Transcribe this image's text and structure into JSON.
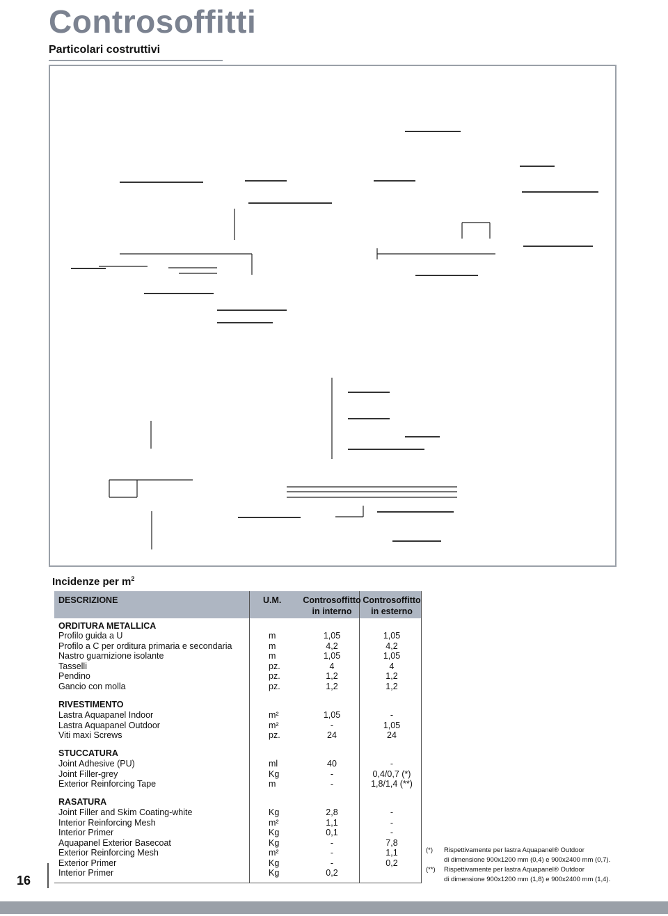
{
  "header": {
    "title": "Controsoffitti",
    "subtitle": "Particolari costruttivi"
  },
  "section_title": "Incidenze per m",
  "section_title_sup": "2",
  "table": {
    "columns": [
      "DESCRIZIONE",
      "U.M.",
      "Controsoffitto in interno",
      "Controsoffitto in esterno"
    ],
    "col_interno_l1": "Controsoffitto",
    "col_interno_l2": "in interno",
    "col_esterno_l1": "Controsoffitto",
    "col_esterno_l2": "in esterno",
    "groups": [
      {
        "title": "ORDITURA METALLICA",
        "rows": [
          {
            "desc": "Profilo guida a U",
            "um": "m",
            "interno": "1,05",
            "esterno": "1,05"
          },
          {
            "desc": "Profilo a C per orditura primaria e secondaria",
            "um": "m",
            "interno": "4,2",
            "esterno": "4,2"
          },
          {
            "desc": "Nastro guarnizione isolante",
            "um": "m",
            "interno": "1,05",
            "esterno": "1,05"
          },
          {
            "desc": "Tasselli",
            "um": "pz.",
            "interno": "4",
            "esterno": "4"
          },
          {
            "desc": "Pendino",
            "um": "pz.",
            "interno": "1,2",
            "esterno": "1,2"
          },
          {
            "desc": "Gancio con molla",
            "um": "pz.",
            "interno": "1,2",
            "esterno": "1,2"
          }
        ]
      },
      {
        "title": "RIVESTIMENTO",
        "rows": [
          {
            "desc": "Lastra Aquapanel Indoor",
            "um": "m²",
            "interno": "1,05",
            "esterno": "-"
          },
          {
            "desc": "Lastra Aquapanel Outdoor",
            "um": "m²",
            "interno": "-",
            "esterno": "1,05"
          },
          {
            "desc": "Viti maxi Screws",
            "um": "pz.",
            "interno": "24",
            "esterno": "24"
          }
        ]
      },
      {
        "title": "STUCCATURA",
        "rows": [
          {
            "desc": "Joint Adhesive (PU)",
            "um": "ml",
            "interno": "40",
            "esterno": "-"
          },
          {
            "desc": "Joint Filler-grey",
            "um": "Kg",
            "interno": "-",
            "esterno": "0,4/0,7 (*)"
          },
          {
            "desc": "Exterior Reinforcing Tape",
            "um": "m",
            "interno": "-",
            "esterno": "1,8/1,4 (**)"
          }
        ]
      },
      {
        "title": "RASATURA",
        "rows": [
          {
            "desc": "Joint Filler and Skim Coating-white",
            "um": "Kg",
            "interno": "2,8",
            "esterno": "-"
          },
          {
            "desc": "Interior Reinforcing Mesh",
            "um": "m²",
            "interno": "1,1",
            "esterno": "-"
          },
          {
            "desc": "Interior Primer",
            "um": "Kg",
            "interno": "0,1",
            "esterno": "-"
          },
          {
            "desc": "Aquapanel Exterior Basecoat",
            "um": "Kg",
            "interno": "-",
            "esterno": "7,8"
          },
          {
            "desc": "Exterior Reinforcing Mesh",
            "um": "m²",
            "interno": "-",
            "esterno": "1,1"
          },
          {
            "desc": "Exterior Primer",
            "um": "Kg",
            "interno": "-",
            "esterno": "0,2"
          },
          {
            "desc": "Interior Primer",
            "um": "Kg",
            "interno": "0,2",
            "esterno": ""
          }
        ]
      }
    ]
  },
  "notes": [
    {
      "mark": "(*)",
      "line1": "Rispettivamente per lastra Aquapanel® Outdoor",
      "line2": "di dimensione 900x1200 mm (0,4) e 900x2400 mm (0,7)."
    },
    {
      "mark": "(**)",
      "line1": "Rispettivamente per lastra Aquapanel® Outdoor",
      "line2": "di dimensione 900x1200 mm (1,8) e 900x2400 mm (1,4)."
    }
  ],
  "page_number": "16",
  "colors": {
    "title": "#7b8290",
    "table_header": "#aeb6c2",
    "frame": "#9aa0a8"
  }
}
